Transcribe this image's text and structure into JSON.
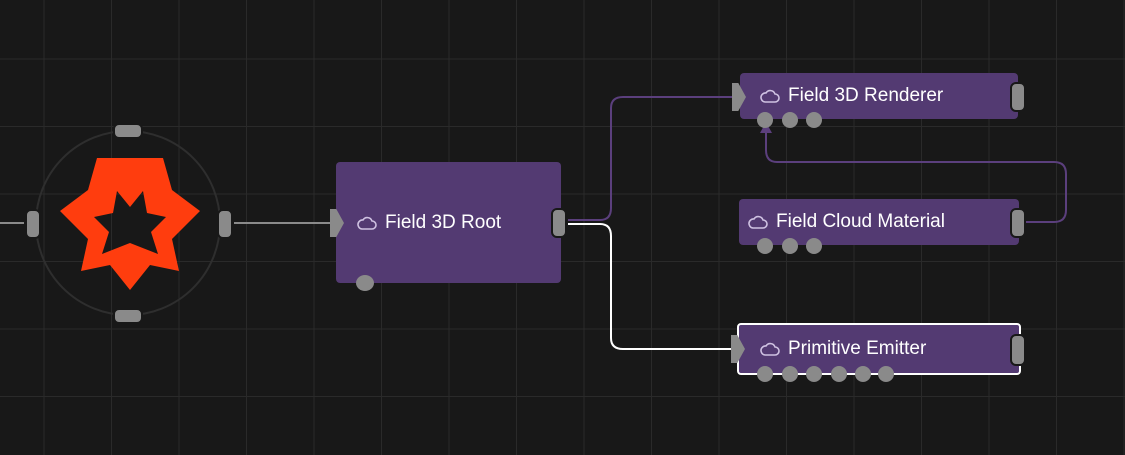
{
  "colors": {
    "background": "#181818",
    "grid": "#2a2a2a",
    "node": "#533a72",
    "wire_purple": "#5b3f7d",
    "wire_white": "#ffffff",
    "wire_gray": "#8a8a8a",
    "port": "#8a8a8a",
    "logo": "#ff3d0e"
  },
  "nodes": {
    "root": {
      "label": "Field 3D Root",
      "icon": "cloud-icon"
    },
    "renderer": {
      "label": "Field 3D Renderer",
      "icon": "cloud-icon"
    },
    "material": {
      "label": "Field Cloud Material",
      "icon": "cloud-icon"
    },
    "emitter": {
      "label": "Primitive Emitter",
      "icon": "cloud-icon",
      "selected": true
    }
  },
  "entry": {
    "icon": "logo-star-icon"
  }
}
